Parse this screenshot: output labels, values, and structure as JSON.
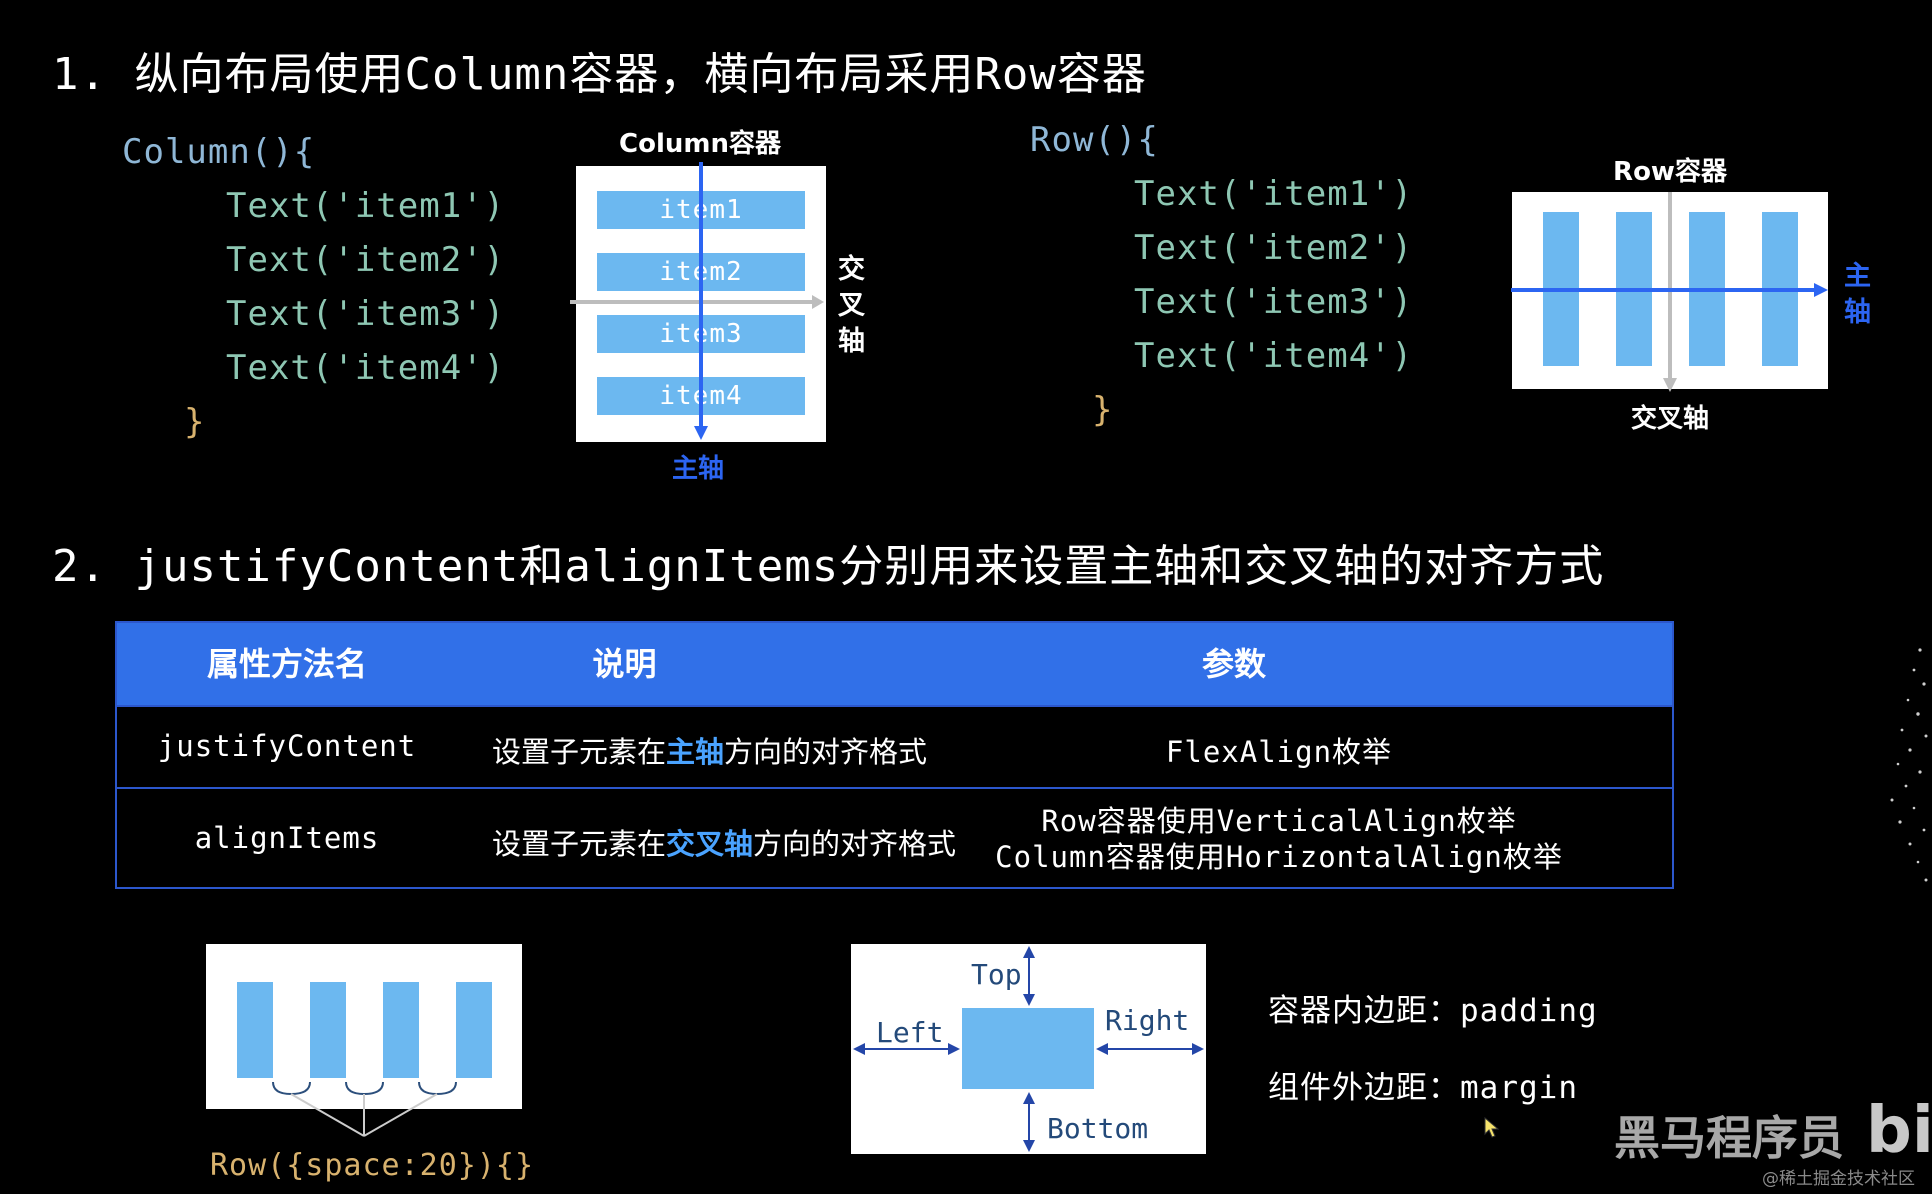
{
  "headings": {
    "h1": "1. 纵向布局使用Column容器，横向布局采用Row容器",
    "h2": "2. justifyContent和alignItems分别用来设置主轴和交叉轴的对齐方式"
  },
  "column_code": {
    "open": "Column(){",
    "items": [
      "Text('item1')",
      "Text('item2')",
      "Text('item3')",
      "Text('item4')"
    ],
    "close": "}"
  },
  "row_code": {
    "open": "Row(){",
    "items": [
      "Text('item1')",
      "Text('item2')",
      "Text('item3')",
      "Text('item4')"
    ],
    "close": "}"
  },
  "column_diagram": {
    "title": "Column容器",
    "items": [
      "item1",
      "item2",
      "item3",
      "item4"
    ],
    "cross_axis_label": "交叉轴",
    "main_axis_label": "主轴"
  },
  "row_diagram": {
    "title": "Row容器",
    "main_axis_label": "主轴",
    "cross_axis_label": "交叉轴"
  },
  "table": {
    "headers": [
      "属性方法名",
      "说明",
      "参数"
    ],
    "rows": [
      {
        "name": "justifyContent",
        "desc_prefix": "设置子元素在",
        "desc_highlight": "主轴",
        "desc_suffix": "方向的对齐格式",
        "param_lines": [
          "FlexAlign枚举"
        ]
      },
      {
        "name": "alignItems",
        "desc_prefix": "设置子元素在",
        "desc_highlight": "交叉轴",
        "desc_suffix": "方向的对齐格式",
        "param_lines": [
          "Row容器使用VerticalAlign枚举",
          "Column容器使用HorizontalAlign枚举"
        ]
      }
    ]
  },
  "space_diagram": {
    "caption": "Row({space:20}){}"
  },
  "padding_diagram": {
    "top": "Top",
    "left": "Left",
    "right": "Right",
    "bottom": "Bottom"
  },
  "notes": {
    "padding": "容器内边距：padding",
    "margin": "组件外边距：margin"
  },
  "watermark": {
    "brand": "黑马程序员",
    "community": "@稀土掘金技术社区"
  },
  "colors": {
    "accent_blue": "#2c65f2",
    "bar_blue": "#6cb8f0",
    "table_header": "#3170e8"
  }
}
